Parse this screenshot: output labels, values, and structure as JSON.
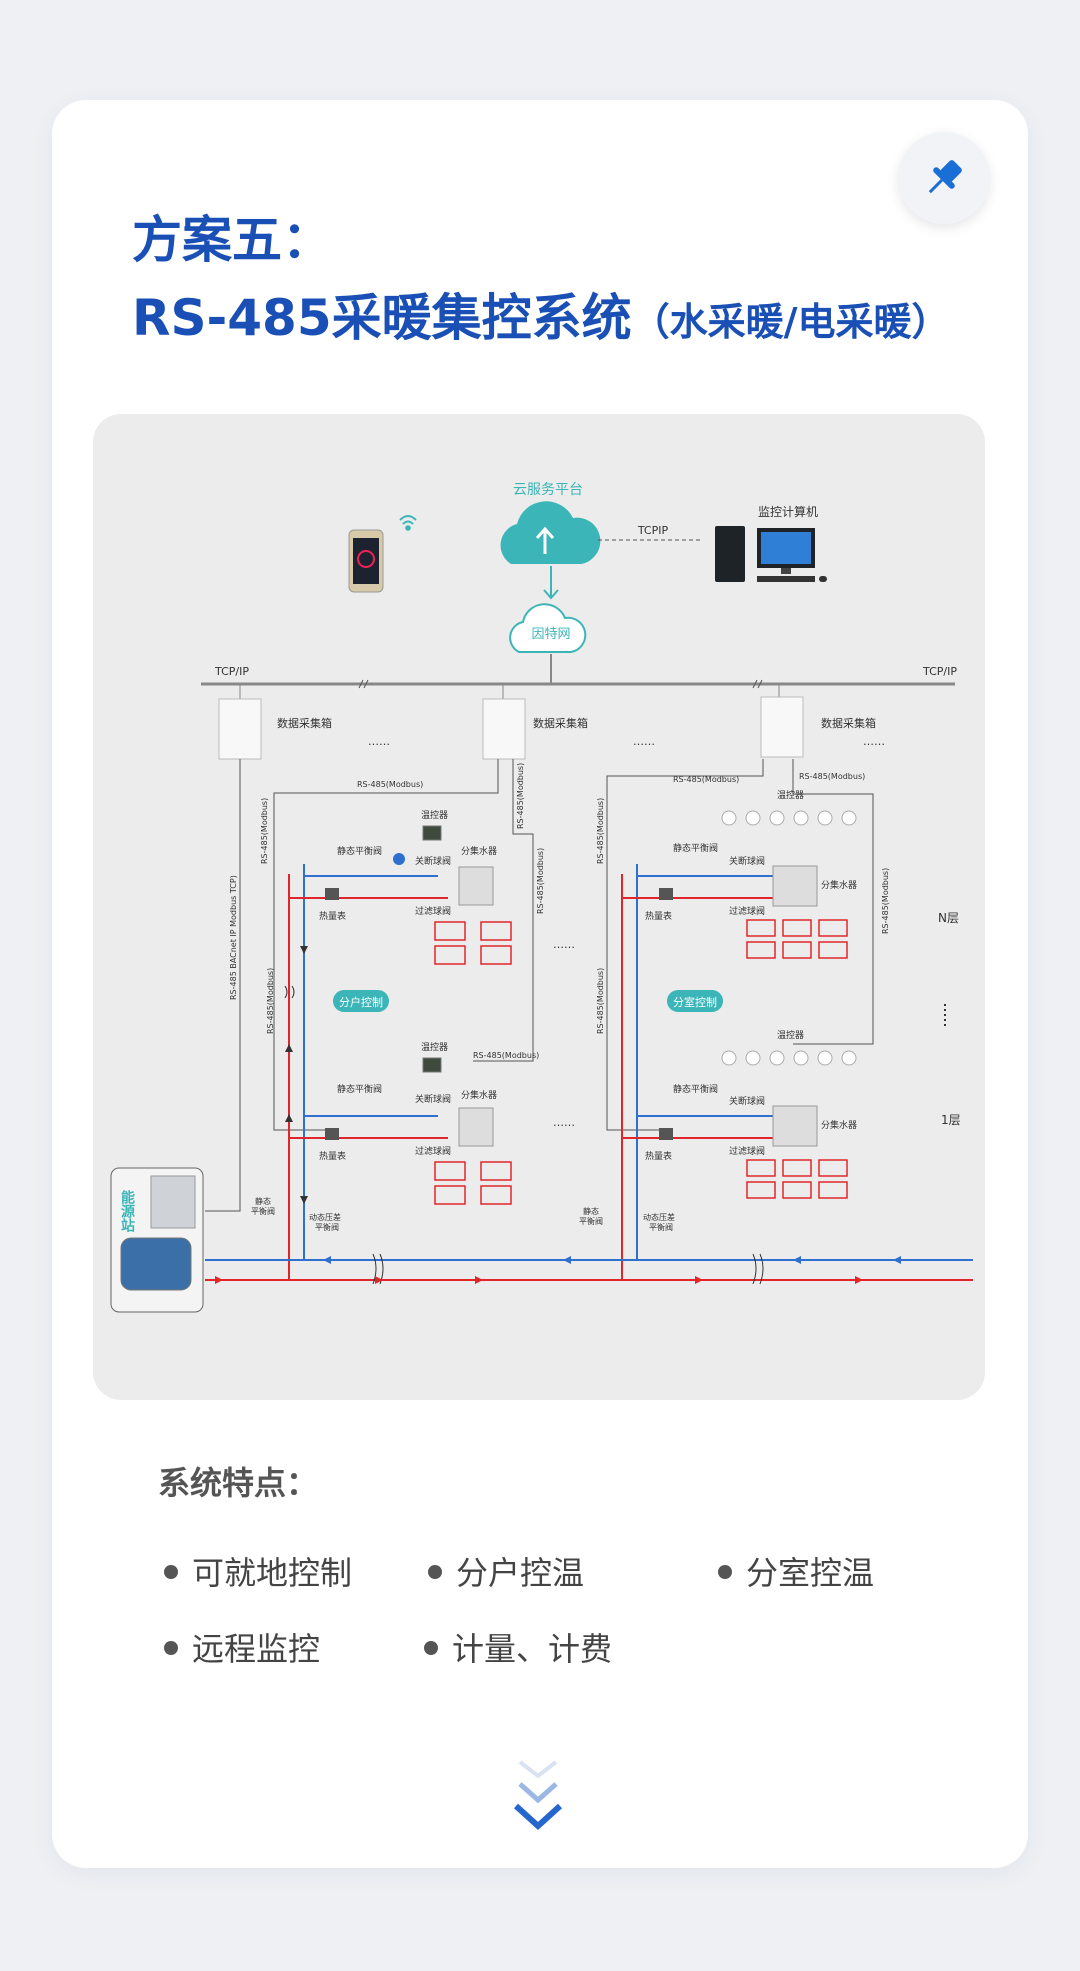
{
  "header": {
    "title_line1": "方案五：",
    "title_line2_main": "RS-485采暖集控系统",
    "title_line2_sub": "（水采暖/电采暖）"
  },
  "diagram": {
    "cloud_platform": "云服务平台",
    "tcpip_link": "TCPIP",
    "monitor_pc": "监控计算机",
    "internet": "因特网",
    "bus_left": "TCP/IP",
    "bus_right": "TCP/IP",
    "collector": "数据采集箱",
    "ellipsis": "……",
    "rs485_modbus": "RS-485(Modbus)",
    "rs485_bacnet": "RS-485  BACnet IP Modbus TCP)",
    "thermostat": "温控器",
    "static_balance_valve": "静态平衡阀",
    "shutoff_ball_valve": "关断球阀",
    "manifold": "分集水器",
    "heat_meter": "热量表",
    "filter_ball_valve": "过滤球阀",
    "household_control": "分户控制",
    "room_control": "分室控制",
    "floor_n": "N层",
    "floor_1": "1层",
    "energy_station": "能源站",
    "static_label": "静态",
    "balance_valve": "平衡阀",
    "dynamic_dp": "动态压差",
    "dynamic_balance": "平衡阀",
    "colors": {
      "teal": "#3bb5b8",
      "supply_red": "#e0262b",
      "return_blue": "#2f6fd0"
    }
  },
  "features": {
    "title": "系统特点：",
    "items": [
      "可就地控制",
      "分户控温",
      "分室控温",
      "远程监控",
      "计量、计费"
    ]
  },
  "icons": {
    "pin": "pin-icon",
    "scroll": "chevron-down-icon"
  }
}
